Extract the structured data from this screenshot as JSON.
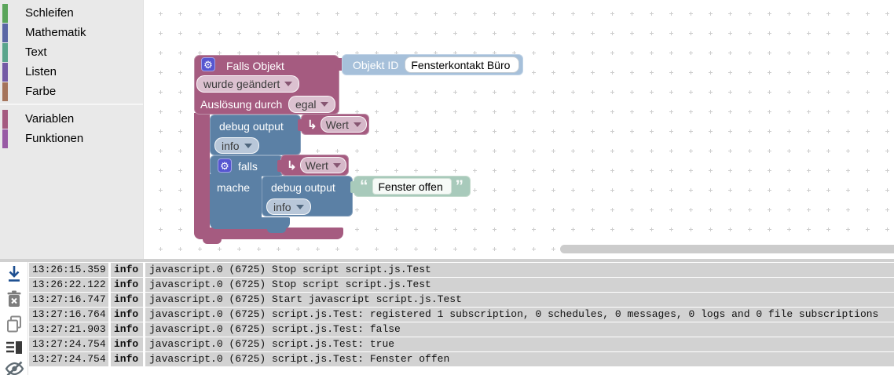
{
  "toolbox": {
    "items_main": [
      {
        "label": "Schleifen",
        "color": "#5ba55b"
      },
      {
        "label": "Mathematik",
        "color": "#5b67a5"
      },
      {
        "label": "Text",
        "color": "#5ba58c"
      },
      {
        "label": "Listen",
        "color": "#745ba5"
      },
      {
        "label": "Farbe",
        "color": "#a5745b"
      }
    ],
    "items_extra": [
      {
        "label": "Variablen",
        "color": "#a55b80"
      },
      {
        "label": "Funktionen",
        "color": "#995ba5"
      }
    ]
  },
  "icons": {
    "gear": "⚙",
    "value_arrow": "↳",
    "quote_open": "“",
    "quote_close": "”",
    "scroll_to_end": "download-arrow",
    "clear_log": "trash-with-x",
    "copy_log": "two-pages",
    "log_layout": "lines-with-filled-square",
    "hide_log": "eye-with-slash"
  },
  "canvas": {
    "trigger": {
      "title": "Falls Objekt",
      "object_label": "Objekt ID",
      "object_value": "Fensterkontakt Büro",
      "change": "wurde geändert",
      "trigger_by_label": "Auslösung durch",
      "trigger_by_value": "egal"
    },
    "debug1": {
      "label": "debug output",
      "level": "info"
    },
    "value1": {
      "label": "Wert"
    },
    "falls": {
      "label": "falls",
      "do_label": "mache"
    },
    "value2": {
      "label": "Wert"
    },
    "debug2": {
      "label": "debug output",
      "level": "info"
    },
    "text1": {
      "value": "Fenster offen"
    }
  },
  "log": {
    "rows": [
      {
        "time": "13:26:15.359",
        "level": "info",
        "message": "javascript.0 (6725) Stop script script.js.Test"
      },
      {
        "time": "13:26:22.122",
        "level": "info",
        "message": "javascript.0 (6725) Stop script script.js.Test"
      },
      {
        "time": "13:27:16.747",
        "level": "info",
        "message": "javascript.0 (6725) Start javascript script.js.Test"
      },
      {
        "time": "13:27:16.764",
        "level": "info",
        "message": "javascript.0 (6725) script.js.Test: registered 1 subscription, 0 schedules, 0 messages, 0 logs and 0 file subscriptions"
      },
      {
        "time": "13:27:21.903",
        "level": "info",
        "message": "javascript.0 (6725) script.js.Test: false"
      },
      {
        "time": "13:27:24.754",
        "level": "info",
        "message": "javascript.0 (6725) script.js.Test: true"
      },
      {
        "time": "13:27:24.754",
        "level": "info",
        "message": "javascript.0 (6725) script.js.Test: Fenster offen"
      }
    ]
  },
  "colors": {
    "trigger_block": "#a55b80",
    "action_block": "#5b80a5",
    "shadow_object_block": "#a6c0da",
    "shadow_text_block": "#a8cabb",
    "toolbox_bg": "#e9e9e9",
    "log_cell_bg": "#d2d2d2",
    "download_icon": "#1d4f91"
  }
}
